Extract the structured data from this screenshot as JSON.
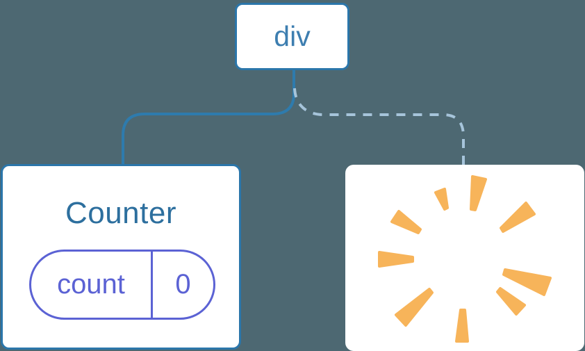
{
  "diagram": {
    "root": {
      "label": "div"
    },
    "counter": {
      "title": "Counter",
      "state": {
        "key": "count",
        "value": "0"
      }
    },
    "poof": {
      "icon": "burst-poof"
    },
    "colors": {
      "background": "#4d6872",
      "node_fill": "#ffffff",
      "node_border": "#2b76aa",
      "root_text": "#3d7eb0",
      "counter_title": "#2d6f9e",
      "state_purple": "#5b62d4",
      "connector_solid": "#2e7bad",
      "connector_dashed": "#a6c4da",
      "burst_orange": "#f7b45a"
    }
  }
}
